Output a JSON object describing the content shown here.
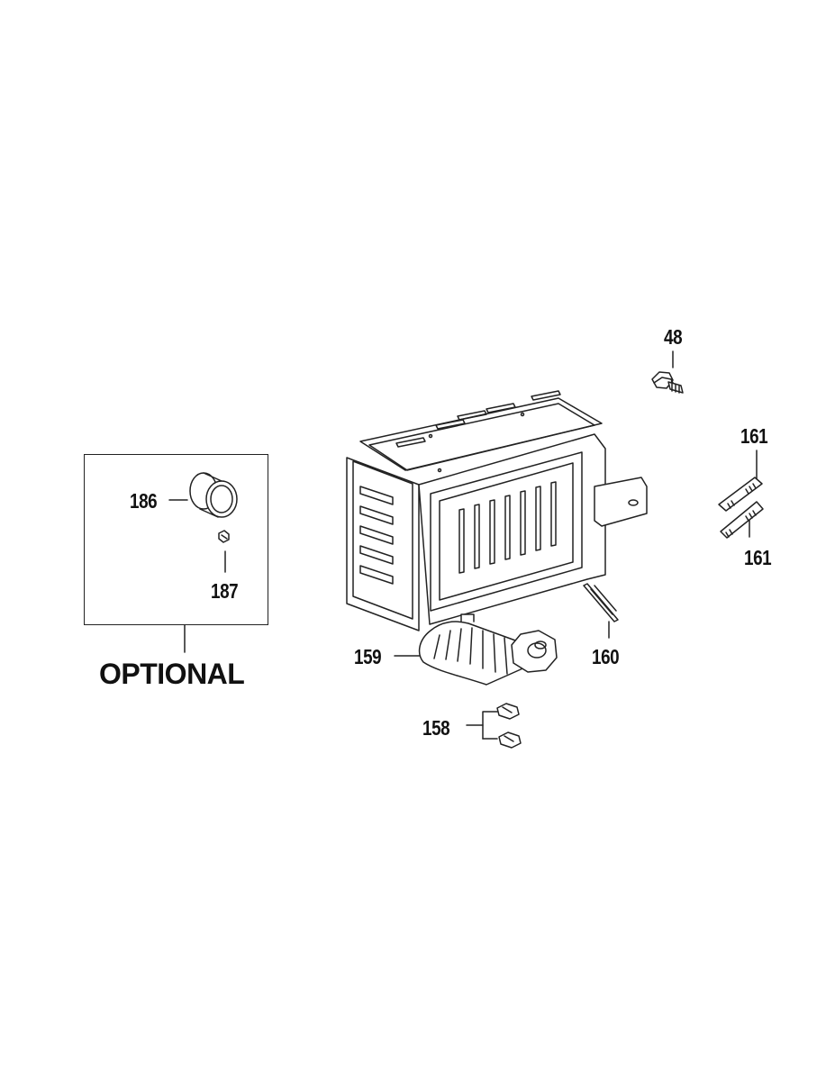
{
  "callouts": {
    "p48": "48",
    "p161_top": "161",
    "p161_bottom": "161",
    "p186": "186",
    "p187": "187",
    "p159": "159",
    "p160": "160",
    "p158": "158"
  },
  "optional_label": "OPTIONAL"
}
